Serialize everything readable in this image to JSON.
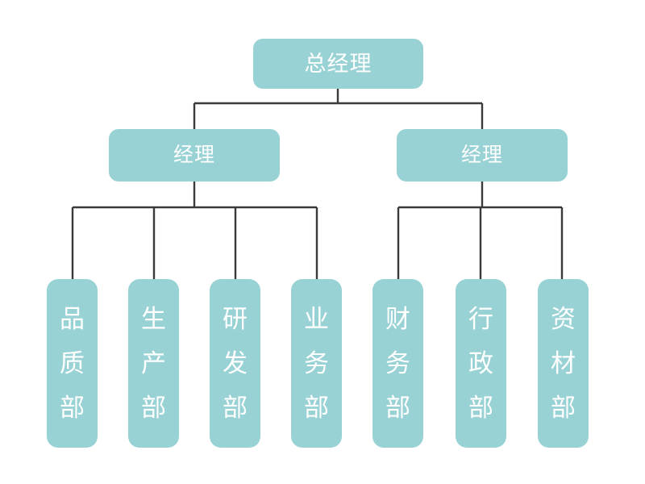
{
  "diagram": {
    "type": "organizational-chart",
    "title": "",
    "colors": {
      "node_fill": "#98d2d4",
      "node_text": "#ffffff",
      "connector": "#3a3a3a",
      "background": "#ffffff"
    },
    "nodes": {
      "top": {
        "id": "general-manager",
        "label": "总经理",
        "level": 1
      },
      "managers": [
        {
          "id": "manager-left",
          "label": "经理",
          "level": 2
        },
        {
          "id": "manager-right",
          "label": "经理",
          "level": 2
        }
      ],
      "departments": [
        {
          "id": "quality-dept",
          "label": "品\n质\n部",
          "level": 3,
          "parent": "manager-left"
        },
        {
          "id": "production-dept",
          "label": "生\n产\n部",
          "level": 3,
          "parent": "manager-left"
        },
        {
          "id": "research-dept",
          "label": "研\n发\n部",
          "level": 3,
          "parent": "manager-left"
        },
        {
          "id": "business-dept",
          "label": "业\n务\n部",
          "level": 3,
          "parent": "manager-left"
        },
        {
          "id": "finance-dept",
          "label": "财\n务\n部",
          "level": 3,
          "parent": "manager-right"
        },
        {
          "id": "administration-dept",
          "label": "行\n政\n部",
          "level": 3,
          "parent": "manager-right"
        },
        {
          "id": "materials-dept",
          "label": "资\n材\n部",
          "level": 3,
          "parent": "manager-right"
        }
      ]
    }
  }
}
